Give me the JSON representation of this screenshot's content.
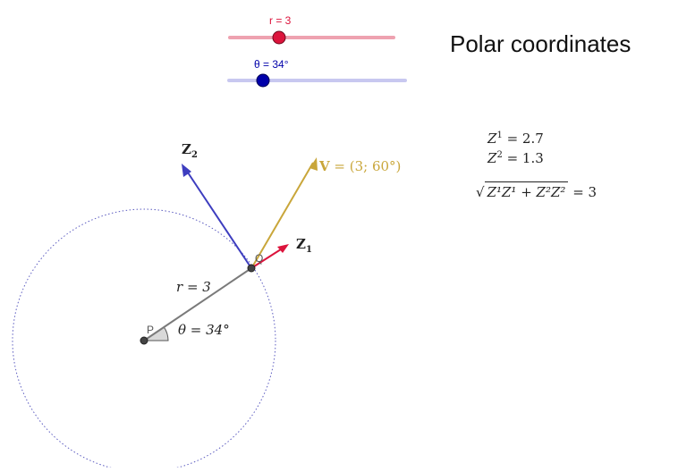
{
  "title": "Polar coordinates",
  "sliders": {
    "r": {
      "label": "r = 3",
      "value": 3,
      "color": "#dc143c",
      "track_color": "#eea2b0"
    },
    "theta": {
      "label": "θ = 34°",
      "value": 34,
      "color": "#0000aa",
      "track_color": "#c8c8f0"
    }
  },
  "points": {
    "P": "P",
    "Q": "Q"
  },
  "labels": {
    "r_label": "r = 3",
    "theta_label": "θ = 34°",
    "z1": "Z",
    "z1_sub": "1",
    "z2": "Z",
    "z2_sub": "2",
    "v_name": "V",
    "v_value": " = (3; 60°)"
  },
  "equations": {
    "z1_lhs": "Z",
    "z1_sup": "1",
    "z1_eq": " = 2.7",
    "z2_lhs": "Z",
    "z2_sup": "2",
    "z2_eq": " = 1.3",
    "norm_radicand": "Z¹Z¹ + Z²Z²",
    "norm_eq": " = 3"
  },
  "colors": {
    "radius": "#7a7a7a",
    "z1": "#dc143c",
    "z2": "#3d3dbf",
    "v": "#c9a63a",
    "circle": "#5c5cc0",
    "point": "#444444"
  }
}
